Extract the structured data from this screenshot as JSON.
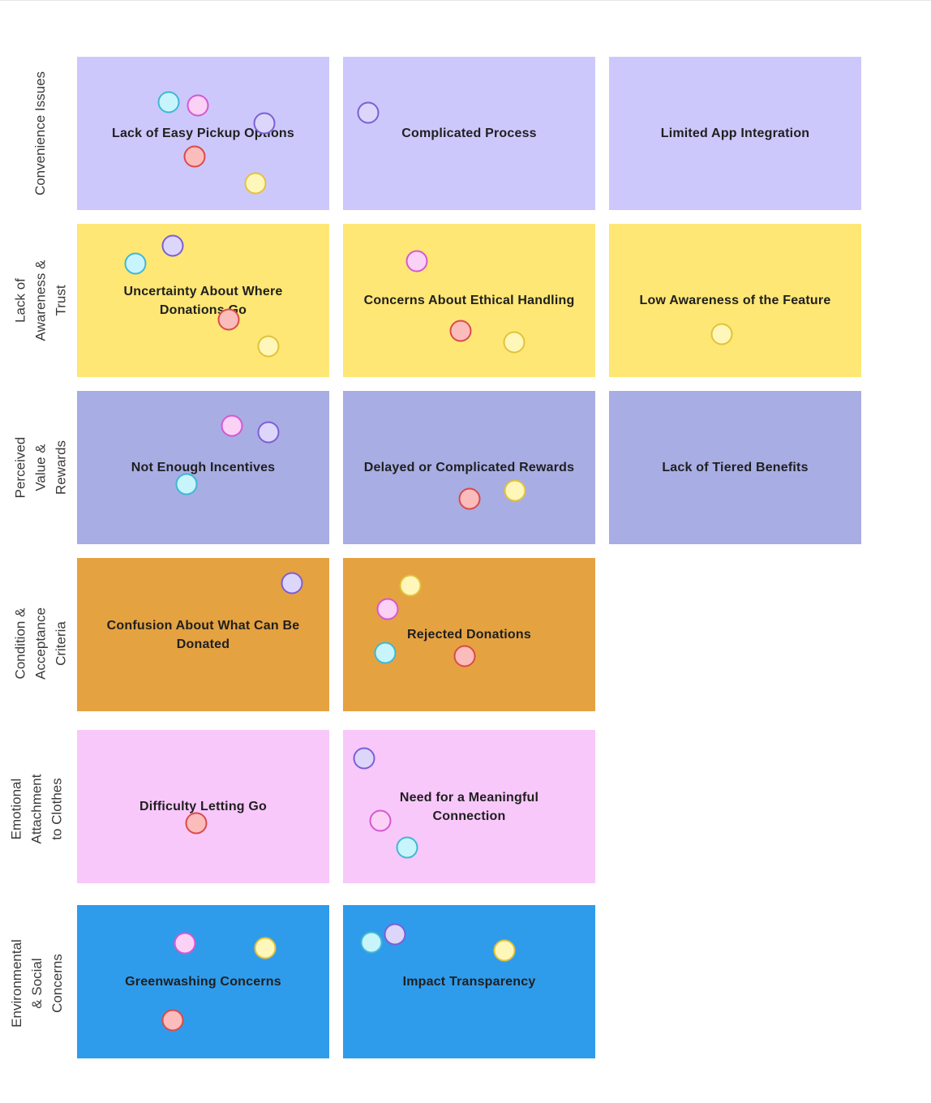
{
  "colors": {
    "lavender": "#cdc8fc",
    "yellow": "#fee775",
    "periwinkle": "#a8ade4",
    "orange": "#e5a241",
    "pink": "#f8c8fa",
    "blue": "#2f9ceb"
  },
  "dot_colors": {
    "cyan": {
      "fill": "#c8f4fb",
      "border": "#3fb8d4"
    },
    "pink": {
      "fill": "#fbd1f6",
      "border": "#d657d2"
    },
    "purple": {
      "fill": "#dcd6fb",
      "border": "#7b5fd6"
    },
    "red": {
      "fill": "#fbbcbc",
      "border": "#db4a4a"
    },
    "yellow": {
      "fill": "#fff7ba",
      "border": "#e2c23a"
    }
  },
  "rows": [
    {
      "label": "Convenience Issues",
      "color": "lavender",
      "stickies": [
        "Lack of Easy Pickup Options",
        "Complicated Process",
        "Limited App Integration"
      ]
    },
    {
      "label": "Lack of Awareness & Trust",
      "color": "yellow",
      "stickies": [
        "Uncertainty About Where Donations Go",
        "Concerns About Ethical Handling",
        "Low Awareness of the Feature"
      ]
    },
    {
      "label": "Perceived Value & Rewards",
      "color": "periwinkle",
      "stickies": [
        "Not Enough Incentives",
        "Delayed or Complicated Rewards",
        "Lack of Tiered Benefits"
      ]
    },
    {
      "label": "Condition & Acceptance Criteria",
      "color": "orange",
      "stickies": [
        "Confusion About What Can Be Donated",
        "Rejected Donations"
      ]
    },
    {
      "label": "Emotional Attachment to Clothes",
      "color": "pink",
      "stickies": [
        "Difficulty Letting Go",
        "Need for a Meaningful Connection"
      ]
    },
    {
      "label": "Environmental & Social Concerns",
      "color": "blue",
      "stickies": [
        "Greenwashing Concerns",
        "Impact Transparency"
      ]
    }
  ]
}
